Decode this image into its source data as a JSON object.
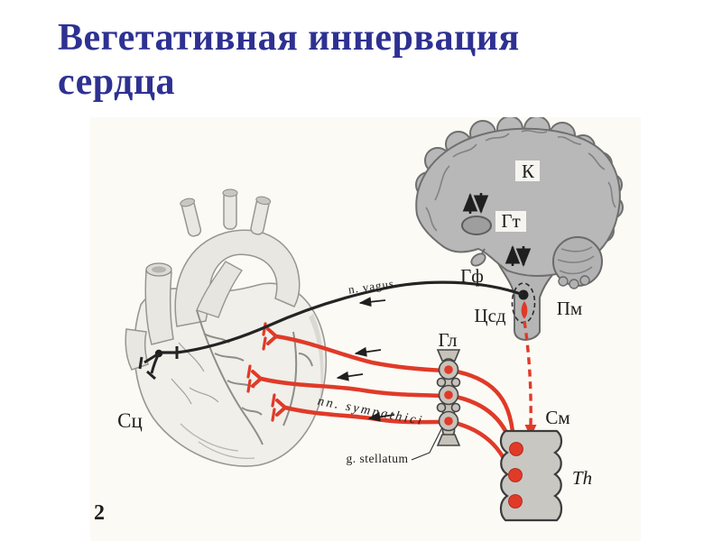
{
  "slide": {
    "title": "Вегетативная иннервация сердца",
    "figure_number": "2"
  },
  "colors": {
    "title-color": "#2e3191",
    "nerve-red": "#e03a28",
    "ink": "#1d1d1b",
    "panel-bg": "#fcfaf5"
  },
  "diagram": {
    "labels": {
      "cortex": "К",
      "hypothalamus": "Гт",
      "hypophysis": "Гф",
      "medulla_oblongata": "Пм",
      "cardiac_center": "Цсд",
      "ganglia": "Гл",
      "spinal_cord": "См",
      "thoracic_segments": "Th",
      "heart": "Сц",
      "vagus_nerve": "n. vagus",
      "sympathetic_nerves": "nn. sympathici",
      "stellate_ganglion": "g. stellatum"
    }
  }
}
